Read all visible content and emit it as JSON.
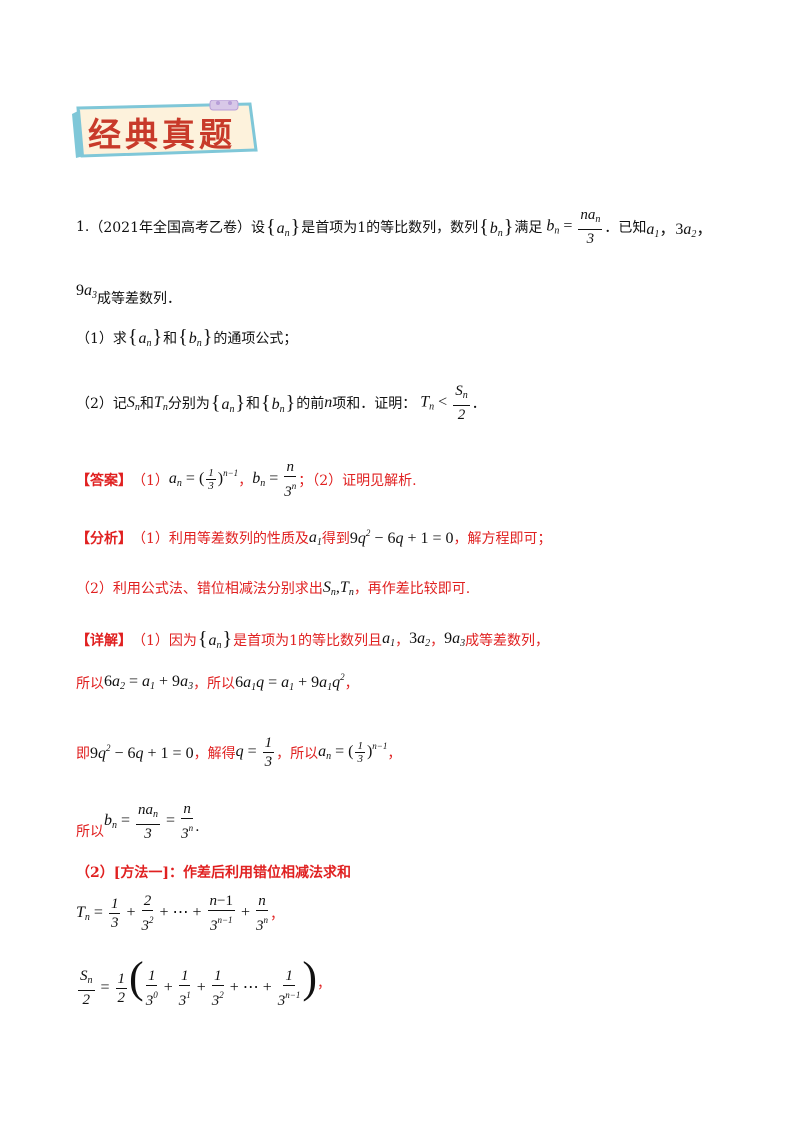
{
  "banner": {
    "title": "经典真题"
  },
  "problem": {
    "number": "1.",
    "source": "（2021年全国高考乙卷）",
    "t1": "设",
    "t2": "是首项为1的等比数列，数列",
    "t3": "满足",
    "t4": "．已知",
    "t5": "成等差数列．",
    "q1_label": "（1）求",
    "q1_and": "和",
    "q1_tail": "的通项公式；",
    "q2_label": "（2）记",
    "q2_and1": "和",
    "q2_mid": "分别为",
    "q2_and2": "和",
    "q2_tail": "的前",
    "q2_n": "n",
    "q2_tail2": "项和．证明：",
    "q2_end": "．"
  },
  "answer": {
    "tag": "【答案】",
    "p1": "（1）",
    "sep": "，",
    "p2": "；（2）证明见解析."
  },
  "analysis": {
    "tag": "【分析】",
    "l1a": "（1）利用等差数列的性质及",
    "l1b": "得到",
    "l1c": "，解方程即可；",
    "l2a": "（2）利用公式法、错位相减法分别求出",
    "l2b": "，再作差比较即可."
  },
  "detail": {
    "tag": "【详解】",
    "l1a": "（1）因为",
    "l1b": "是首项为1的等比数列且",
    "l1c": "，",
    "l1d": "，",
    "l1e": "成等差数列，",
    "l2a": "所以",
    "l2b": "，所以",
    "l2c": "，",
    "l3a": "即",
    "l3b": "，解得",
    "l3c": "，所以",
    "l3d": "，",
    "l4a": "所以",
    "l4b": "."
  },
  "method": {
    "title": "（2）[方法一]：作差后利用错位相减法求和",
    "comma1": "，",
    "comma2": "，"
  }
}
